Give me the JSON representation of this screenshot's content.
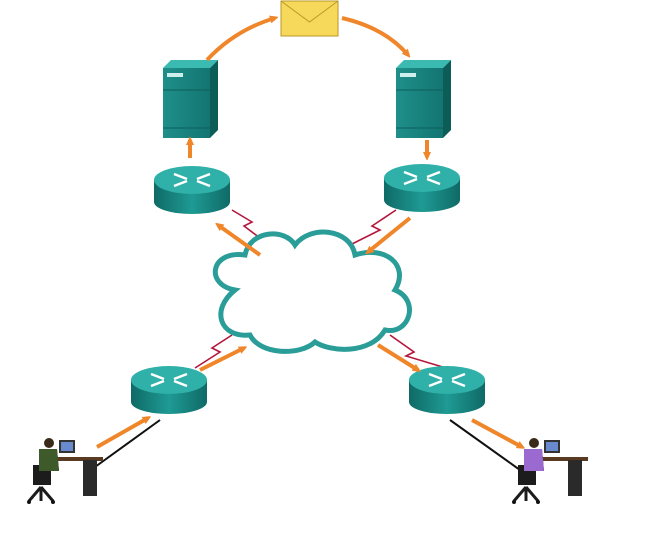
{
  "diagram": {
    "description_nodes": [
      "envelope-icon",
      "server-left",
      "server-right",
      "router-top-left",
      "router-top-right",
      "router-bottom-left",
      "router-bottom-right",
      "cloud",
      "user-sender",
      "user-recipient"
    ],
    "colors": {
      "arrow": "#f0862a",
      "serial_link": "#b5163c",
      "teal_light": "#2aa7a0",
      "teal_dark": "#0f6e6a",
      "cloud_stroke": "#2a9d98",
      "envelope": "#f6d85a"
    }
  }
}
